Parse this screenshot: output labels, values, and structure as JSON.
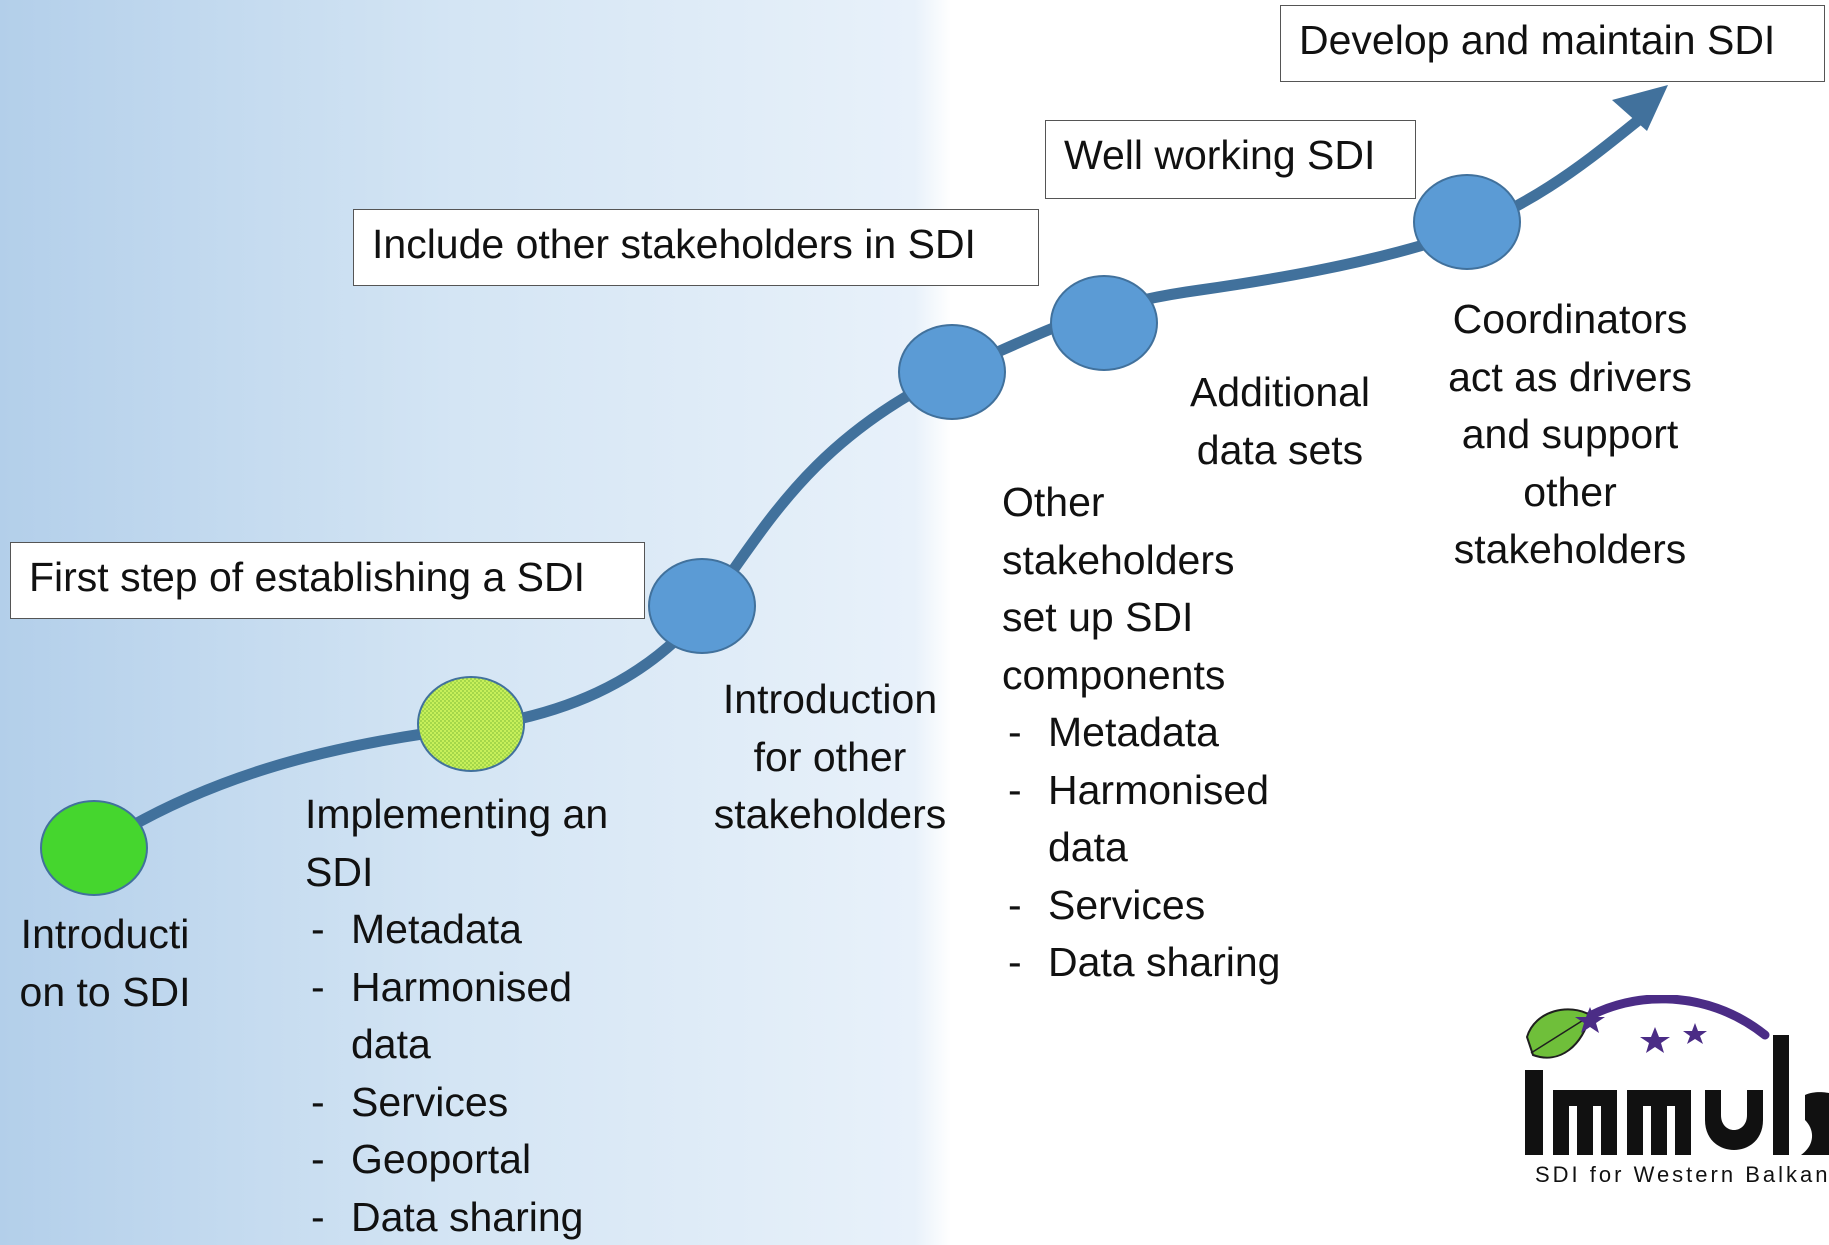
{
  "phases": {
    "first_step": "First step of establishing a SDI",
    "include_stakeholders": "Include other stakeholders in SDI",
    "well_working": "Well working SDI",
    "develop_maintain": "Develop and maintain SDI"
  },
  "milestones": {
    "intro_sdi": [
      "Introducti",
      "on to SDI"
    ],
    "implementing": {
      "heading": [
        "Implementing an",
        "SDI"
      ],
      "items": [
        "Metadata",
        "Harmonised data",
        "Services",
        "Geoportal",
        "Data sharing"
      ]
    },
    "intro_other": [
      "Introduction",
      "for other",
      "stakeholders"
    ],
    "other_setup": {
      "heading": [
        "Other",
        "stakeholders",
        "set up SDI",
        "components"
      ],
      "items": [
        "Metadata",
        "Harmonised data",
        "Services",
        "Data sharing"
      ]
    },
    "additional": [
      "Additional",
      "data sets"
    ],
    "coordinators": [
      "Coordinators",
      "act as drivers",
      "and support",
      "other",
      "stakeholders"
    ]
  },
  "logo": {
    "caption": "SDI for Western Balkans"
  },
  "colors": {
    "path": "#41719c",
    "node_blue": "#5b9bd5",
    "node_green": "#45d62e",
    "node_lime": "#c7f05a"
  }
}
